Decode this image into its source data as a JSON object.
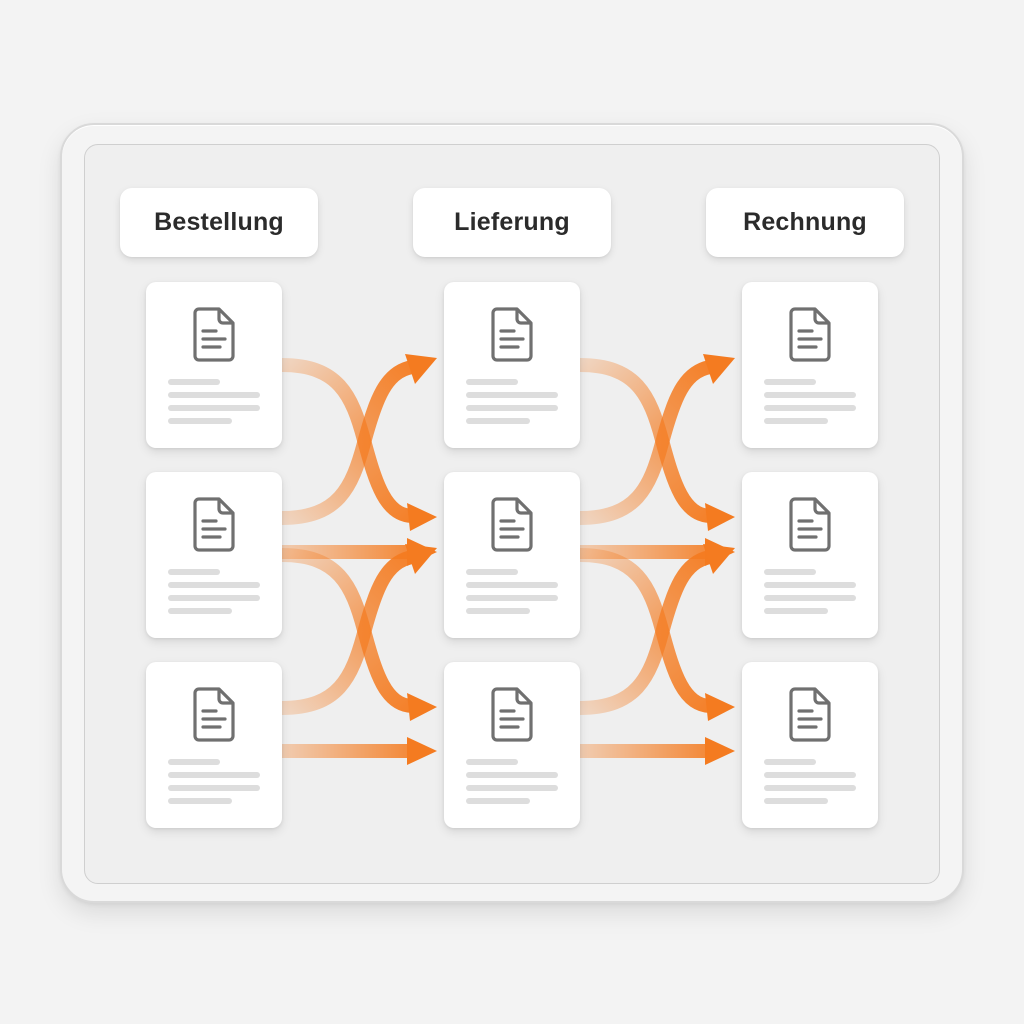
{
  "diagram": {
    "columns": [
      {
        "label": "Bestellung",
        "documents": 3
      },
      {
        "label": "Lieferung",
        "documents": 3
      },
      {
        "label": "Rechnung",
        "documents": 3
      }
    ],
    "icon": "document-icon",
    "colors": {
      "arrow": "#f47b20",
      "frame_border": "#d9d9d9",
      "card": "#ffffff",
      "icon": "#707070",
      "text_line": "#dddddd",
      "label_text": "#2b2b2b"
    }
  }
}
